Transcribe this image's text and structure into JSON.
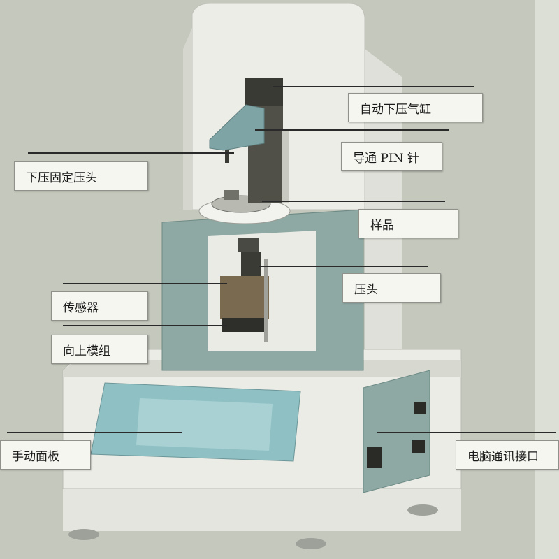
{
  "labels": {
    "auto_press_cylinder": "自动下压气缸",
    "conduct_pin": "导通 PIN 针",
    "press_fixed_head": "下压固定压头",
    "sample": "样品",
    "press_head": "压头",
    "sensor": "传感器",
    "upward_module": "向上模组",
    "manual_panel": "手动面板",
    "pc_comm_port": "电脑通讯接口"
  },
  "colors": {
    "background": "#c8cbc0",
    "machine_body": "#ecece6",
    "frame_teal": "#8ea8a3",
    "panel_glass": "#8fc1c4",
    "label_box": "#f6f6f1",
    "leader_line": "#2a2a2a"
  }
}
